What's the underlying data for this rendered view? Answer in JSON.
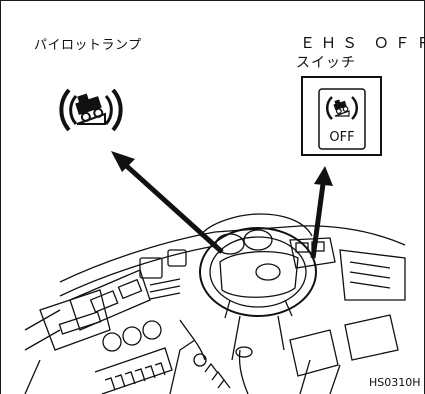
{
  "labels": {
    "pilot_lamp": "パイロットランプ",
    "ehs_off": "ＥＨＳ ＯＦＦ",
    "switch": "スイッチ",
    "switch_off_text": "OFF",
    "figure_code": "HS0310H"
  },
  "icons": {
    "pilot_lamp_icon": "ehs-tilted-vehicle-icon",
    "switch_icon": "ehs-tilted-vehicle-off-icon"
  },
  "colors": {
    "line": "#111111",
    "background": "#ffffff"
  }
}
